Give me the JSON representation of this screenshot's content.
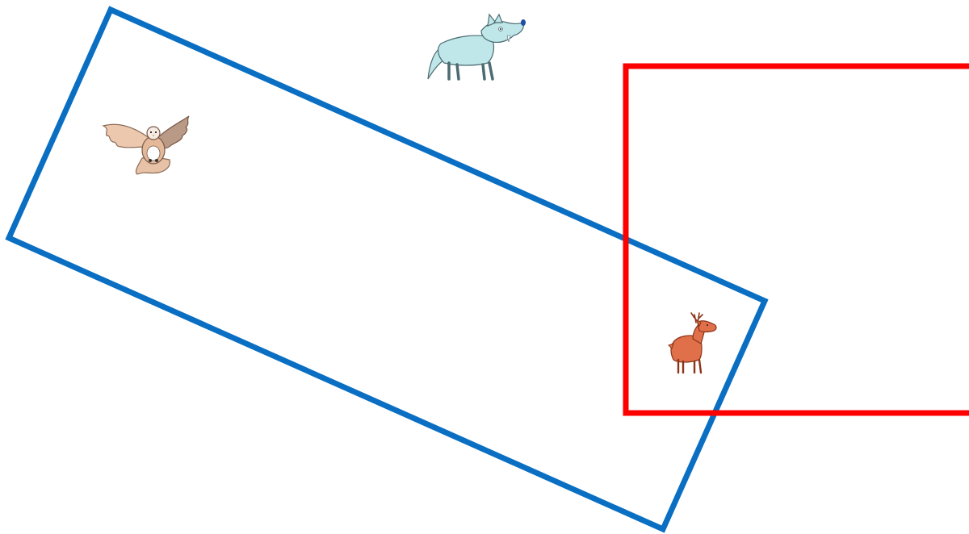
{
  "canvas": {
    "background": "#ffffff"
  },
  "regions": [
    {
      "id": "blue-rotated-rectangle",
      "shape": "rotated-rectangle",
      "color": "#0a6fc2"
    },
    {
      "id": "red-rectangle",
      "shape": "rectangle",
      "color": "#ff0000"
    }
  ],
  "animals": [
    {
      "id": "eagle",
      "icon": "eagle-icon",
      "inside": [
        "blue-rotated-rectangle"
      ],
      "colors": {
        "body": "#e8c2a6",
        "wing_dark": "#b89a86",
        "chest": "#ffffff",
        "outline": "#7a5a48"
      }
    },
    {
      "id": "wolf",
      "icon": "wolf-icon",
      "inside": [],
      "colors": {
        "body": "#bfe6e8",
        "outline": "#4b6c72",
        "nose": "#1e4fa8"
      }
    },
    {
      "id": "deer",
      "icon": "deer-icon",
      "inside": [
        "blue-rotated-rectangle",
        "red-rectangle"
      ],
      "colors": {
        "body": "#e0704a",
        "outline": "#8a3418"
      }
    }
  ]
}
